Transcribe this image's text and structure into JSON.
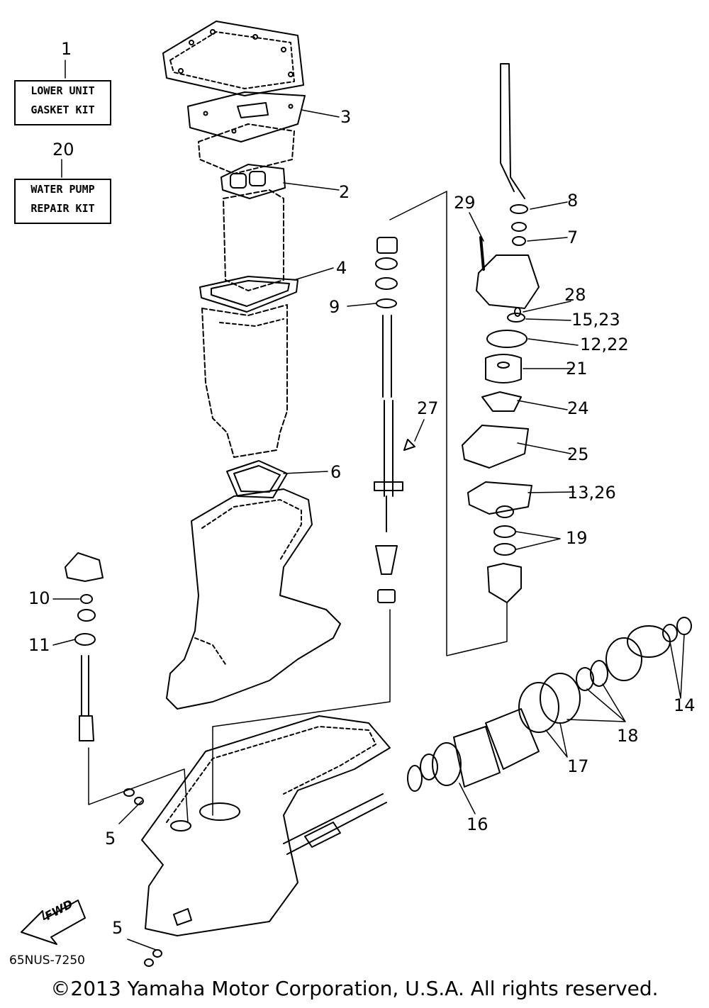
{
  "kits": [
    {
      "id": "1",
      "lines": [
        "LOWER UNIT",
        "GASKET KIT"
      ]
    },
    {
      "id": "20",
      "lines": [
        "WATER PUMP",
        "REPAIR KIT"
      ]
    }
  ],
  "callouts": {
    "c1": "1",
    "c20": "20",
    "c3": "3",
    "c2": "2",
    "c4": "4",
    "c6": "6",
    "c9": "9",
    "c27": "27",
    "c29": "29",
    "c8": "8",
    "c7": "7",
    "c28": "28",
    "c15_23": "15,23",
    "c12_22": "12,22",
    "c21": "21",
    "c24": "24",
    "c25": "25",
    "c13_26": "13,26",
    "c19": "19",
    "c10": "10",
    "c11": "11",
    "c14": "14",
    "c18": "18",
    "c17": "17",
    "c16": "16",
    "c5a": "5",
    "c5b": "5"
  },
  "fwd_label": "FWD",
  "part_code": "65NUS-7250",
  "copyright": "©2013 Yamaha Motor Corporation, U.S.A. All rights reserved."
}
